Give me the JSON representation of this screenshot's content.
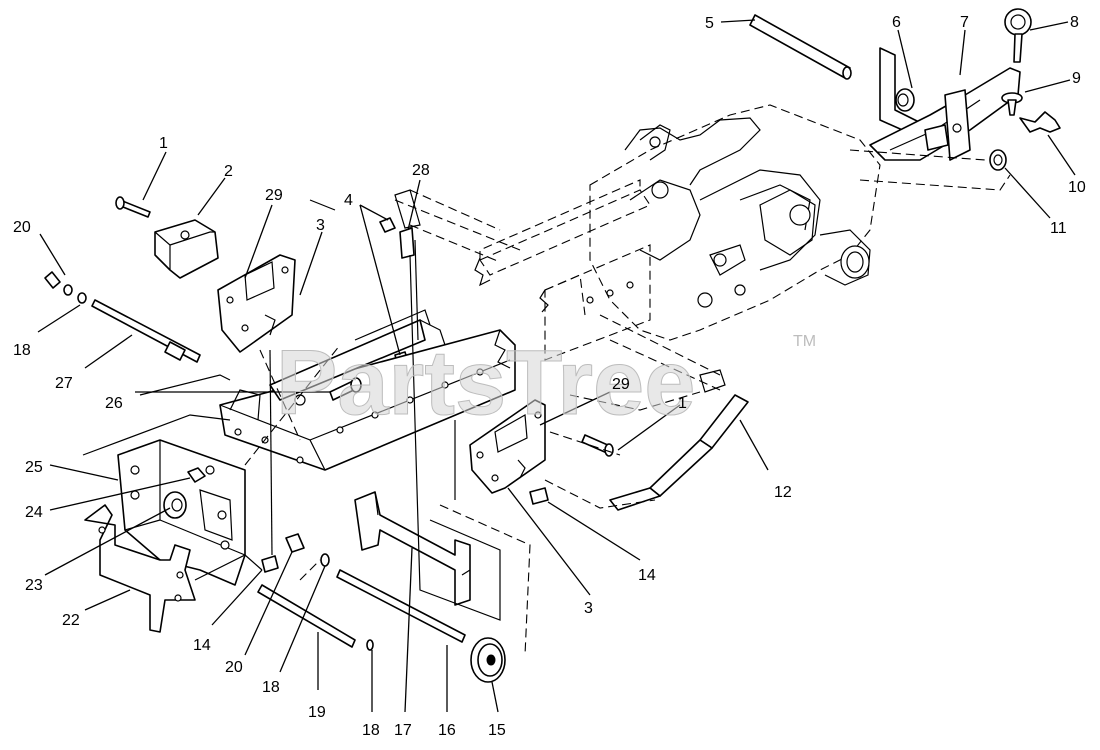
{
  "diagram": {
    "watermark": {
      "text": "PartsTree",
      "trademark": "TM"
    },
    "callouts": [
      {
        "id": "c1a",
        "label": "1"
      },
      {
        "id": "c1b",
        "label": "1"
      },
      {
        "id": "c2",
        "label": "2"
      },
      {
        "id": "c3a",
        "label": "3"
      },
      {
        "id": "c3b",
        "label": "3"
      },
      {
        "id": "c4",
        "label": "4"
      },
      {
        "id": "c5",
        "label": "5"
      },
      {
        "id": "c6",
        "label": "6"
      },
      {
        "id": "c7",
        "label": "7"
      },
      {
        "id": "c8",
        "label": "8"
      },
      {
        "id": "c9",
        "label": "9"
      },
      {
        "id": "c10",
        "label": "10"
      },
      {
        "id": "c11",
        "label": "11"
      },
      {
        "id": "c12",
        "label": "12"
      },
      {
        "id": "c14a",
        "label": "14"
      },
      {
        "id": "c14b",
        "label": "14"
      },
      {
        "id": "c15",
        "label": "15"
      },
      {
        "id": "c16",
        "label": "16"
      },
      {
        "id": "c17",
        "label": "17"
      },
      {
        "id": "c18a",
        "label": "18"
      },
      {
        "id": "c18b",
        "label": "18"
      },
      {
        "id": "c18c",
        "label": "18"
      },
      {
        "id": "c19",
        "label": "19"
      },
      {
        "id": "c20a",
        "label": "20"
      },
      {
        "id": "c20b",
        "label": "20"
      },
      {
        "id": "c22",
        "label": "22"
      },
      {
        "id": "c23",
        "label": "23"
      },
      {
        "id": "c24",
        "label": "24"
      },
      {
        "id": "c25",
        "label": "25"
      },
      {
        "id": "c26",
        "label": "26"
      },
      {
        "id": "c27",
        "label": "27"
      },
      {
        "id": "c28",
        "label": "28"
      },
      {
        "id": "c29a",
        "label": "29"
      },
      {
        "id": "c29b",
        "label": "29"
      }
    ]
  }
}
